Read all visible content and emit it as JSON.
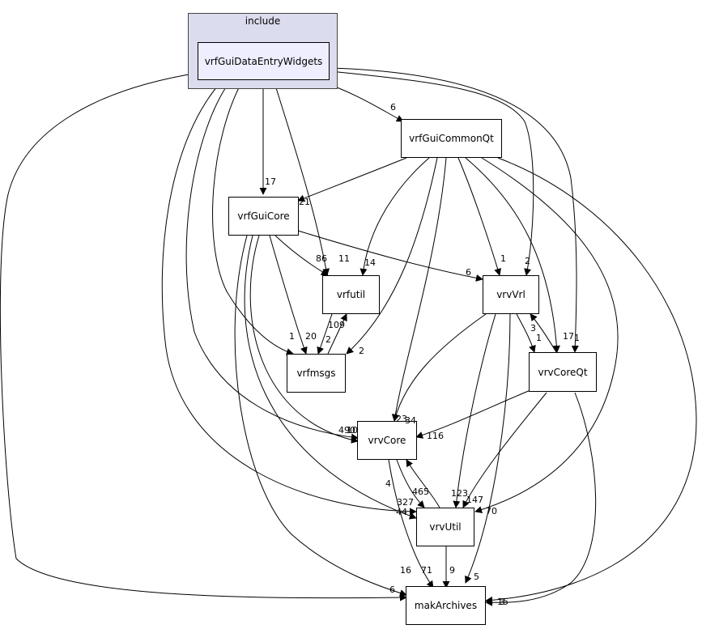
{
  "cluster": {
    "label": "include"
  },
  "nodes": {
    "vrfGuiDataEntryWidgets": "vrfGuiDataEntryWidgets",
    "vrfGuiCommonQt": "vrfGuiCommonQt",
    "vrfGuiCore": "vrfGuiCore",
    "vrfutil": "vrfutil",
    "vrvVrl": "vrvVrl",
    "vrfmsgs": "vrfmsgs",
    "vrvCoreQt": "vrvCoreQt",
    "vrvCore": "vrvCore",
    "vrvUtil": "vrvUtil",
    "makArchives": "makArchives"
  },
  "edge_labels": {
    "w_commonqt": "6",
    "w_guicore": "17",
    "w_guicore_b": "21",
    "w_vrfutil": "11",
    "w_vrfmsgs": "1",
    "w_vrvvrl": "2",
    "w_corqt": "1",
    "w_vrvcore": "10",
    "w_vrvutil": "44",
    "w_mak": "6",
    "cq_vrfutil": "14",
    "cq_vrfmsgs": "2",
    "cq_vrvvrl": "1",
    "cq_corqt": "17",
    "cq_vrvcore": "23",
    "cq_vrvutil": "147",
    "cq_mak": "15",
    "gc_vrfutil": "86",
    "gc_vrvvrl": "6",
    "gc_vrfmsgs": "20",
    "gc_vrvcore": "490",
    "gc_vrvutil": "327",
    "gc_mak": "16",
    "util_msgs": "2",
    "msgs_util": "109",
    "vrl_corqt": "1",
    "corqt_vrl": "3",
    "vrl_vrvcore": "34",
    "vrl_vrvutil": "123",
    "vrl_mak": "5",
    "corqt_vrvcore": "116",
    "corqt_vrvutil": "70",
    "corqt_mak": "3",
    "core_util": "465",
    "util_core": "4",
    "core_mak": "71",
    "util_mak": "9"
  }
}
